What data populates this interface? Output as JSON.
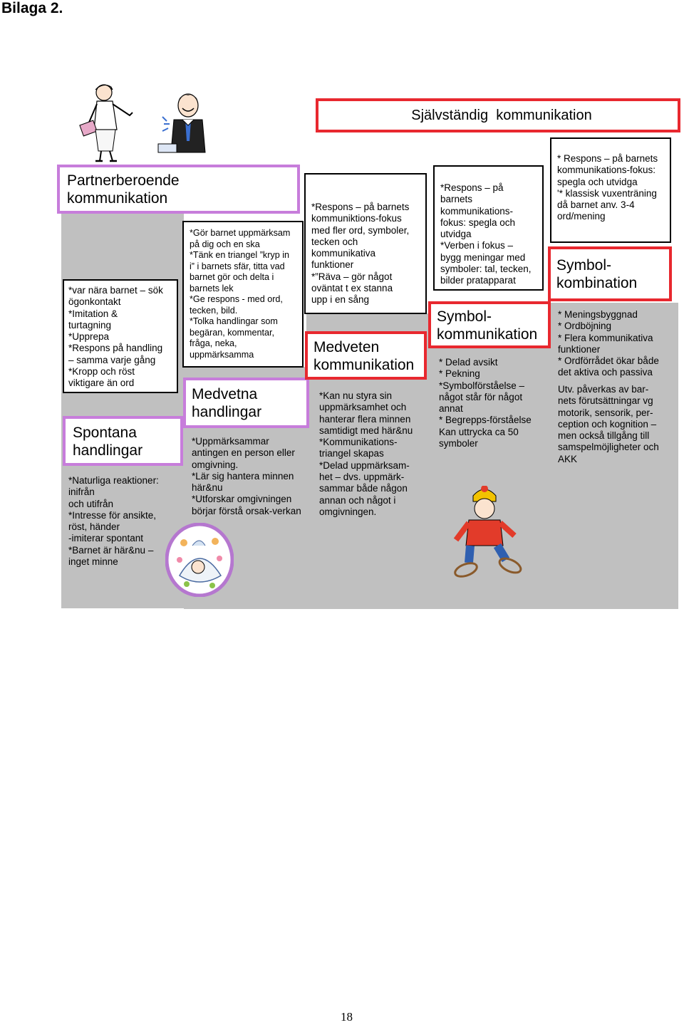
{
  "header": {
    "title": "Bilaga 2."
  },
  "banner": {
    "title": "Självständig  kommunikation"
  },
  "col1": {
    "heading": "Partnerberoende\nkommunikation",
    "box_text": "*var nära barnet – sök\nögonkontakt\n*Imitation &\nturtagning\n*Upprepa\n*Respons på handling\n– samma varje gång\n*Kropp och röst\nviktigare än ord",
    "stage_label": "Spontana\nhandlingar",
    "body_text": "*Naturliga reaktioner:\ninifrån\noch utifrån\n*Intresse för ansikte,\nröst, händer\n-imiterar spontant\n*Barnet är här&nu –\ninget minne"
  },
  "col2": {
    "box_text": "*Gör barnet uppmärksam\npå dig och en ska\n*Tänk en triangel ”kryp in\ni” i barnets sfär, titta vad\nbarnet gör och delta i\nbarnets lek\n*Ge respons - med ord,\ntecken, bild.\n*Tolka handlingar som\nbegäran, kommentar,\nfråga, neka,\nuppmärksamma",
    "stage_label": "Medvetna\nhandlingar",
    "body_text": "*Uppmärksammar\nantingen en person eller\nomgivning.\n*Lär sig hantera minnen\nhär&nu\n*Utforskar omgivningen\nbörjar förstå orsak-verkan"
  },
  "col3": {
    "box_text": "*Respons – på barnets\nkommuniktions-fokus\nmed fler ord, symboler,\ntecken och\nkommunikativa\nfunktioner\n*”Räva – gör något\noväntat t ex stanna\nupp i en sång",
    "stage_label": "Medveten\nkommunikation",
    "body_text": "*Kan nu styra sin\nuppmärksamhet och\nhanterar flera minnen\nsamtidigt med här&nu\n*Kommunikations-\ntriangel skapas\n*Delad uppmärksam-\nhet – dvs. uppmärk-\nsammar både någon\nannan och något i\nomgivningen."
  },
  "col4": {
    "box_text": "*Respons – på\nbarnets\nkommunikations-\nfokus: spegla och\nutvidga\n*Verben i fokus –\nbygg meningar med\nsymboler: tal, tecken,\nbilder pratapparat",
    "stage_label": "Symbol-\nkommunikation",
    "body_text": "* Delad avsikt\n* Pekning\n*Symbolförståelse –\nnågot står för något\nannat\n* Begrepps-förståelse\nKan uttrycka ca 50\nsymboler"
  },
  "col5": {
    "box_text": "* Respons – på barnets\nkommunikations-fokus:\nspegla och utvidga\n'* klassisk vuxenträning\ndå barnet anv. 3-4\nord/mening",
    "stage_label": "Symbol-\nkombination",
    "body_text": "* Meningsbyggnad\n* Ordböjning\n* Flera kommunikativa\nfunktioner\n* Ordförrådet ökar både\ndet aktiva och passiva",
    "body_text2": "Utv. påverkas av bar-\nnets förutsättningar vg\nmotorik, sensorik, per-\nception och kognition –\nmen också tillgång till\nsamspelmöjligheter och\nAKK"
  },
  "footer": {
    "page_number": "18"
  },
  "colors": {
    "purple": "#c77ddb",
    "red": "#e8282f",
    "gray": "#c0c0c0"
  },
  "icons": [
    "woman-clipart-icon",
    "man-clipart-icon",
    "baby-bundle-icon",
    "child-snowshoes-icon"
  ]
}
